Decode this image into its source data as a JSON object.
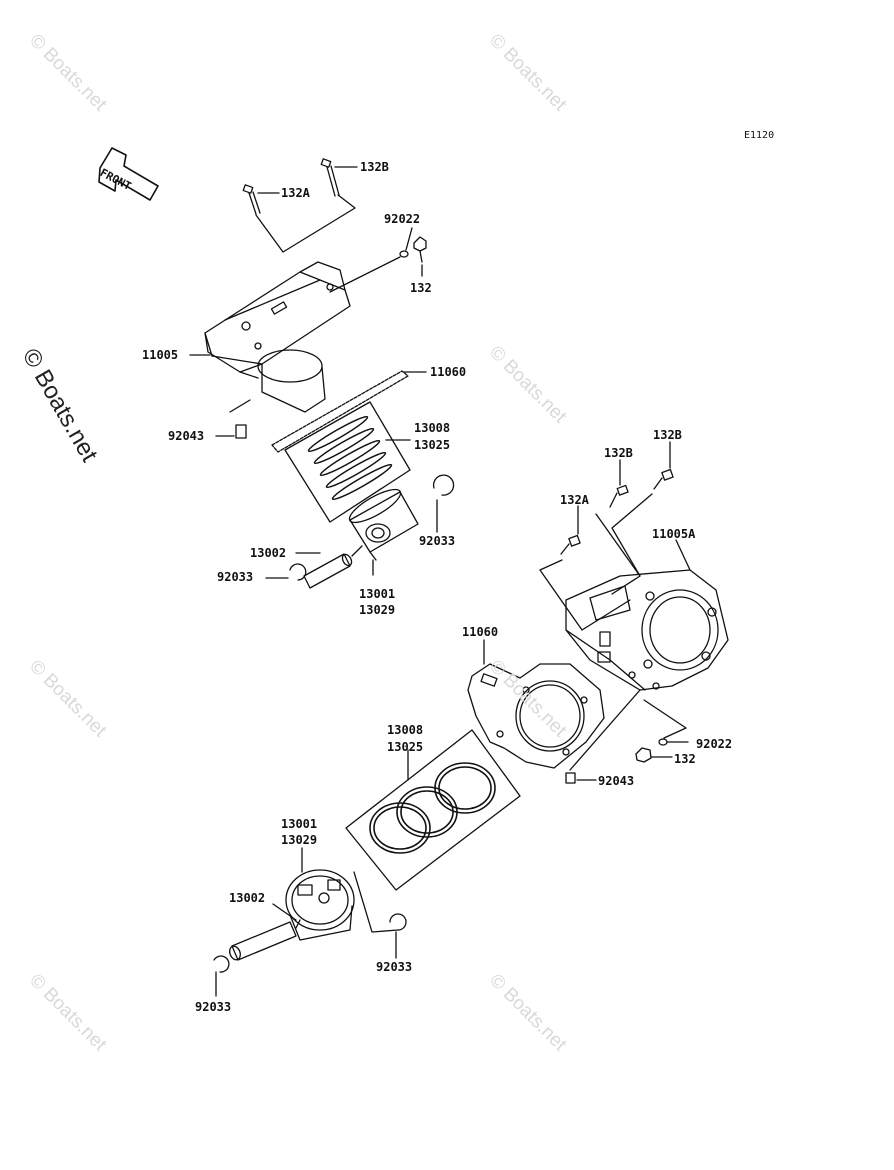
{
  "diagram": {
    "code": "E1120",
    "front_arrow_label": "FRONT",
    "watermark_text": "© Boats.net",
    "watermark_big": "© Boats.net",
    "labels": {
      "l132b_top": "132B",
      "l132a_top": "132A",
      "l92022_top": "92022",
      "l132_top": "132",
      "l11005": "11005",
      "l11060_top": "11060",
      "l92043_top": "92043",
      "l13008_top": "13008",
      "l13025_top": "13025",
      "l92033_a": "92033",
      "l13002_top": "13002",
      "l92033_b": "92033",
      "l13001_top": "13001",
      "l13029_top": "13029",
      "l132b_r1": "132B",
      "l132b_r2": "132B",
      "l132a_r": "132A",
      "l11005a": "11005A",
      "l11060_bot": "11060",
      "l92022_bot": "92022",
      "l132_bot": "132",
      "l92043_bot": "92043",
      "l13008_bot": "13008",
      "l13025_bot": "13025",
      "l13001_bot": "13001",
      "l13029_bot": "13029",
      "l13002_bot": "13002",
      "l92033_c": "92033",
      "l92033_d": "92033"
    }
  }
}
